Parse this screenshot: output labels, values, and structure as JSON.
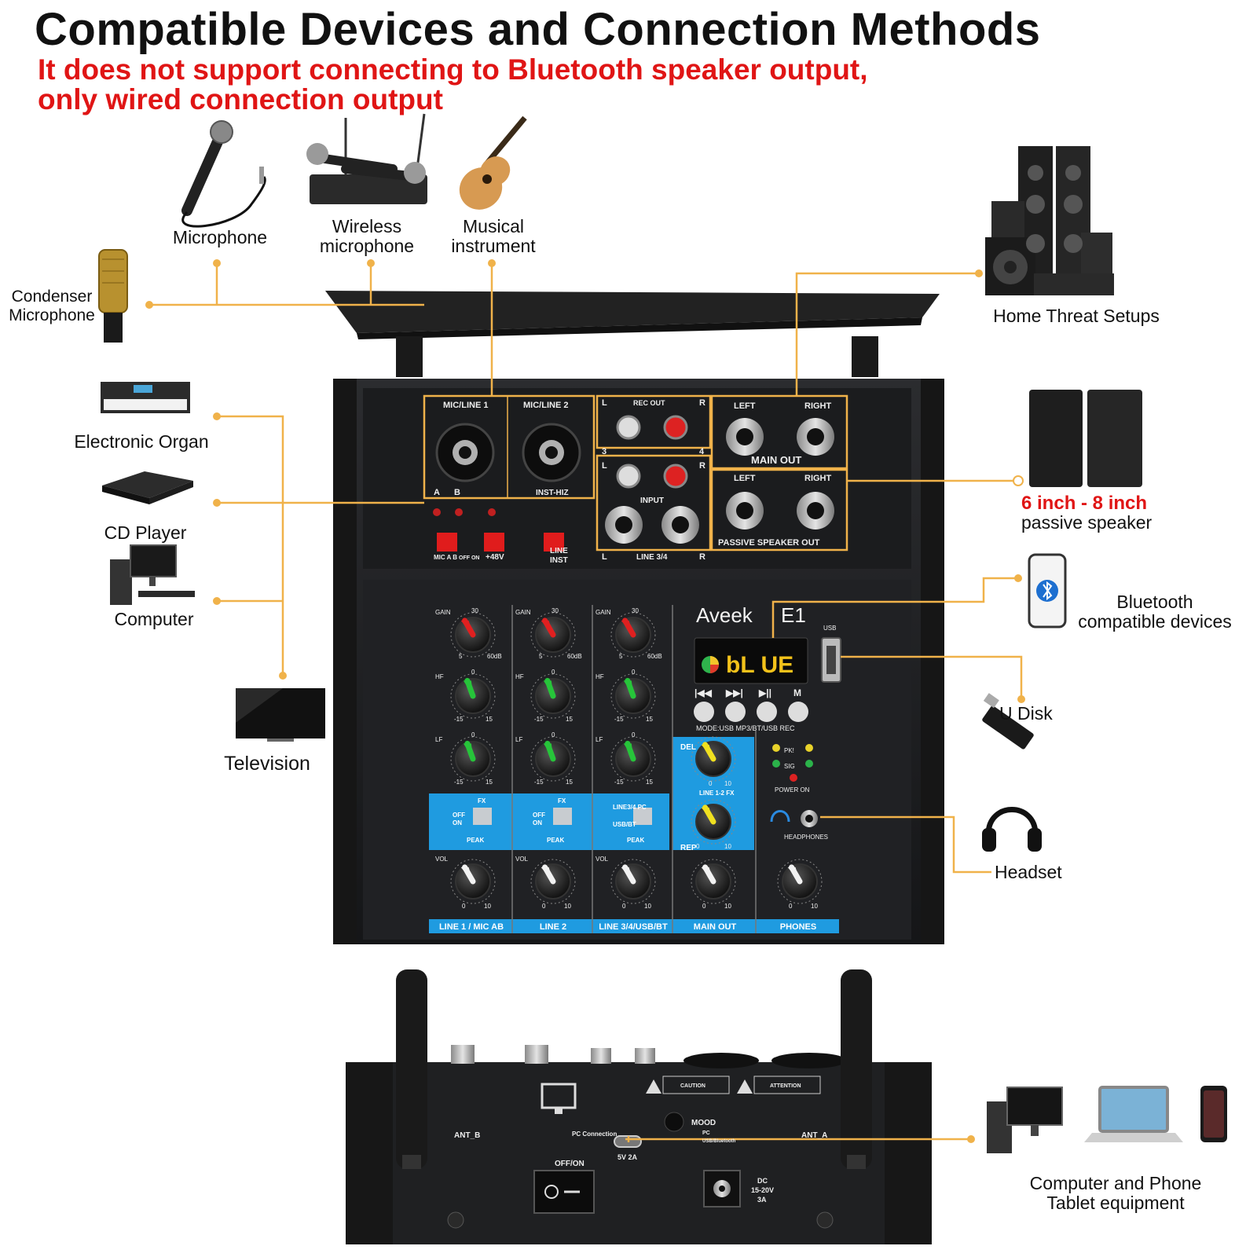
{
  "header": {
    "title": "Compatible Devices and Connection Methods",
    "warning_line1": "It does not support connecting to Bluetooth speaker output,",
    "warning_line2": "only wired connection output"
  },
  "devices": {
    "microphone": "Microphone",
    "wireless_line1": "Wireless",
    "wireless_line2": "microphone",
    "instrument_line1": "Musical",
    "instrument_line2": "instrument",
    "condenser_line1": "Condenser",
    "condenser_line2": "Microphone",
    "organ": "Electronic Organ",
    "cd_player": "CD Player",
    "computer": "Computer",
    "television": "Television",
    "home_theater": "Home Threat Setups",
    "passive_line1": "6 inch - 8 inch",
    "passive_line2": "passive speaker",
    "bluetooth_line1": "Bluetooth",
    "bluetooth_line2": "compatible devices",
    "udisk": "U Disk",
    "headset": "Headset",
    "computer_phone_line1": "Computer and Phone",
    "computer_phone_line2": "Tablet equipment"
  },
  "mixer": {
    "brand": "Aveek",
    "model": "E1",
    "display": "bL UE",
    "usb": "USB",
    "mode": "MODE:USB MP3/BT/USB REC",
    "transport": [
      "|◀◀",
      "▶▶|",
      "▶||",
      "M"
    ],
    "top": {
      "mic1": "MIC/LINE 1",
      "mic2": "MIC/LINE 2",
      "a": "A",
      "b": "B",
      "inst": "INST-HIZ",
      "rec_out": "REC OUT",
      "l": "L",
      "r": "R",
      "three": "3",
      "four": "4",
      "input": "INPUT",
      "line34": "LINE 3/4",
      "left": "LEFT",
      "right": "RIGHT",
      "main_out": "MAIN OUT",
      "passive_out": "PASSIVE SPEAKER OUT",
      "mic_ab": "MIC A B",
      "off_on": "OFF ON",
      "phantom": "+48V",
      "line": "LINE",
      "inst2": "INST"
    },
    "knobs": {
      "gain": "GAIN",
      "hf": "HF",
      "lf": "LF",
      "vol": "VOL",
      "gain_max": "30",
      "gain_min": "5",
      "gain_db": "60dB",
      "eq_zero": "0",
      "eq_min": "-15",
      "eq_max": "15",
      "vol_min": "0",
      "vol_max": "10",
      "del": "DEL",
      "rep": "REP",
      "line12fx": "LINE 1-2 FX"
    },
    "fx": {
      "fx": "FX",
      "off": "OFF",
      "on": "ON",
      "peak": "PEAK",
      "line34pc": "LINE3/4 PC",
      "usbbt": "USB/BT"
    },
    "status": {
      "pk": "PK!",
      "sig": "SIG",
      "power_on": "POWER ON",
      "headphones": "HEADPHONES"
    },
    "channels": [
      "LINE 1 / MIC AB",
      "LINE 2",
      "LINE 3/4/USB/BT",
      "MAIN OUT",
      "PHONES"
    ],
    "rear": {
      "ant_b": "ANT_B",
      "ant_a": "ANT_A",
      "pc_connection": "PC Connection",
      "usb_power": "5V 2A",
      "mood": "MOOD",
      "mood_pc": "PC",
      "mood_usb": "USB/Bluetooth",
      "off_on": "OFF/ON",
      "dc1": "DC",
      "dc2": "15-20V",
      "dc3": "3A",
      "caution": "CAUTION",
      "attention": "ATTENTION"
    }
  },
  "colors": {
    "connector": "#f0b24a",
    "warning": "#e01515",
    "panel_blue": "#1f9be0",
    "body": "#1d1e20"
  }
}
